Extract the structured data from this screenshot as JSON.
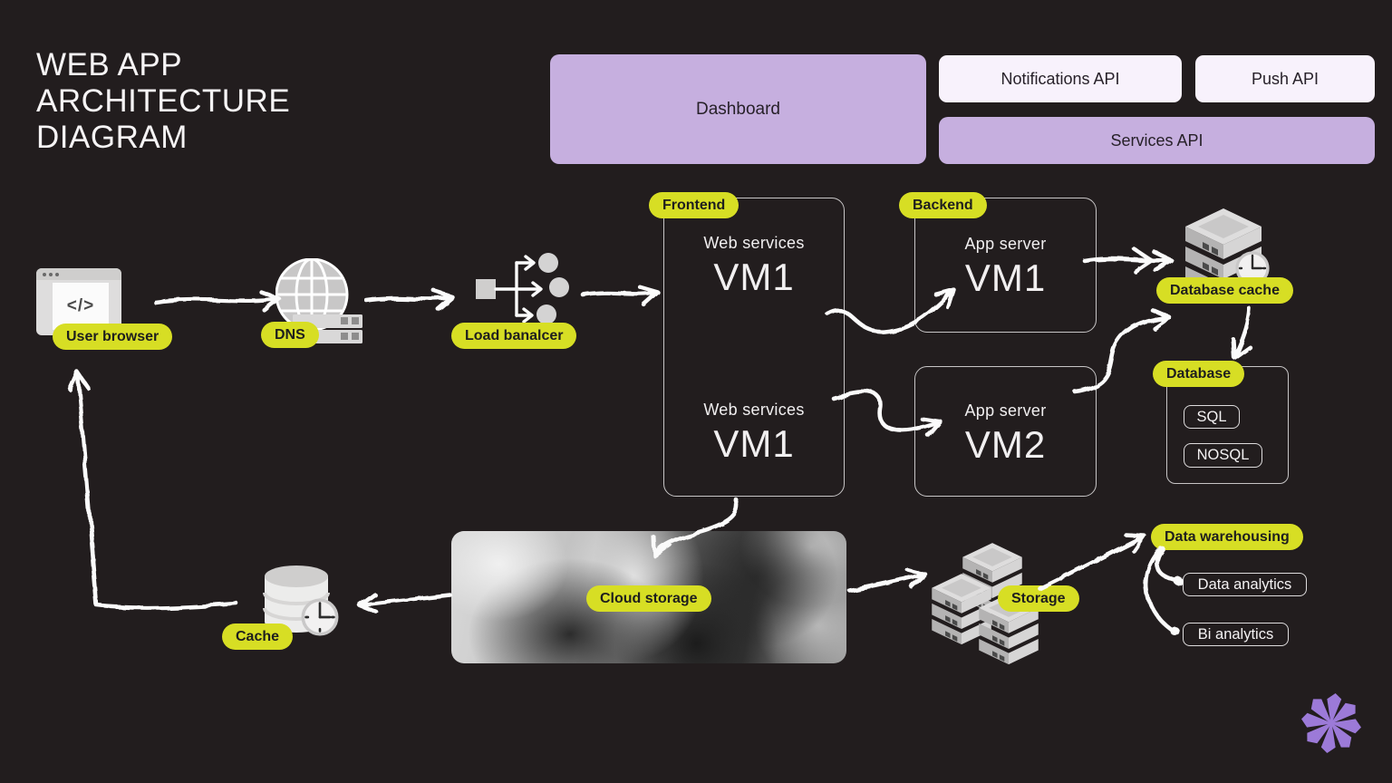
{
  "title": "WEB APP\nARCHITECTURE\nDIAGRAM",
  "colors": {
    "background": "#221d1e",
    "pill": "#d7de24",
    "purple": "#c6afdf",
    "lavender": "#f8f2fc",
    "arrow": "#fbfbfb",
    "logo": "#9c7ad8",
    "text_dark": "#1e1e1e",
    "text_light": "#f1eff0"
  },
  "api_panel": {
    "dashboard": "Dashboard",
    "notifications": "Notifications API",
    "push": "Push API",
    "services": "Services API"
  },
  "nodes": {
    "user_browser": {
      "label": "User browser",
      "glyph": "</>"
    },
    "dns": {
      "label": "DNS"
    },
    "load_balancer": {
      "label": "Load banalcer"
    },
    "frontend": {
      "tag": "Frontend",
      "top": {
        "sub": "Web services",
        "name": "VM1"
      },
      "bottom": {
        "sub": "Web services",
        "name": "VM1"
      }
    },
    "backend": {
      "tag": "Backend",
      "vm1": {
        "sub": "App server",
        "name": "VM1"
      },
      "vm2": {
        "sub": "App server",
        "name": "VM2"
      }
    },
    "database_cache": {
      "label": "Database cache"
    },
    "database": {
      "label": "Database",
      "items": [
        "SQL",
        "NOSQL"
      ]
    },
    "cloud_storage": {
      "label": "Cloud storage"
    },
    "storage": {
      "label": "Storage"
    },
    "data_warehousing": {
      "label": "Data warehousing",
      "children": [
        "Data analytics",
        "Bi analytics"
      ]
    },
    "cache": {
      "label": "Cache"
    }
  },
  "icons": {
    "user_browser": "browser-window-icon",
    "dns": "globe-servers-icon",
    "load_balancer": "load-balancer-icon",
    "database_cache": "server-stack-clock-icon",
    "storage": "server-cluster-icon",
    "cache": "database-cylinder-clock-icon",
    "logo": "asterisk-logo"
  }
}
